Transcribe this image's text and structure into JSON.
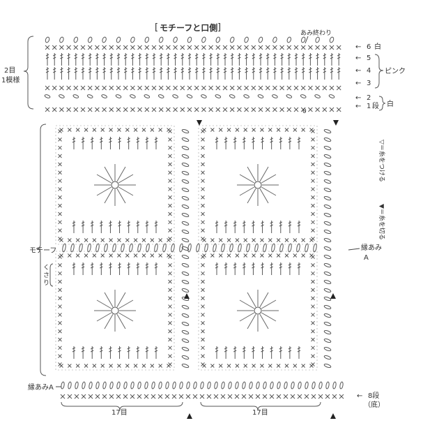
{
  "title": "モチーフと口側",
  "labels": {
    "ami_owari": "あみ終わり",
    "two_stitch_repeat_a": "2目",
    "two_stitch_repeat_b": "1模様",
    "pink": "ピンク",
    "white": "白",
    "motif": "モチーフ",
    "kusari": "くさり",
    "edge_a": "縁あみA",
    "edge_a_right_1": "縁あみ",
    "edge_a_right_2": "A",
    "count_17_left": "17目",
    "count_17_right": "17目",
    "row8_a": "8段",
    "row8_b": "（底）",
    "attach_legend": "▽＝糸をつける",
    "cut_legend": "▼＝糸を切る"
  },
  "rows": [
    {
      "num": "6",
      "suffix": "白"
    },
    {
      "num": "5",
      "suffix": ""
    },
    {
      "num": "4",
      "suffix": ""
    },
    {
      "num": "3",
      "suffix": ""
    },
    {
      "num": "2",
      "suffix": ""
    },
    {
      "num": "1",
      "suffix": "段"
    }
  ],
  "right_labels": {
    "zero": "0"
  }
}
